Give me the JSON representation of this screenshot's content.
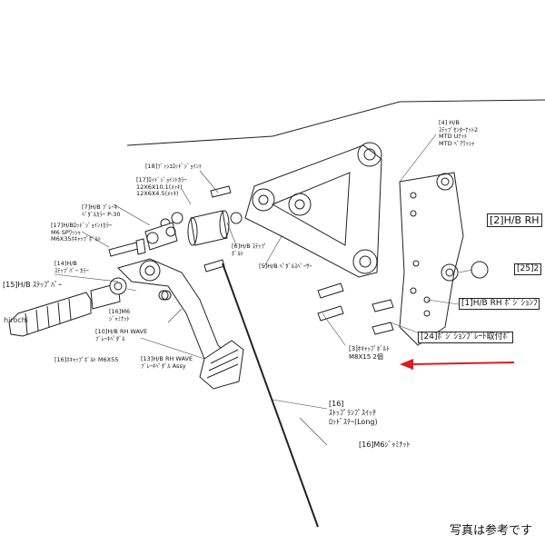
{
  "watermark": "hirochi",
  "disclaimer": "写真は参考です",
  "accent_color": "#d81e1e",
  "labels": {
    "l4_1": "[4] H/B",
    "l4_2": "ｽﾃｯﾌﾟｾﾝﾀｰﾅｯﾄ2",
    "l4_3": "MTD Uﾅｯﾄ",
    "l4_4": "MTD ﾍﾟｱﾜｯｼｬ",
    "l18": "[18]ﾌﾞｯｼﾕﾛｯﾄﾞｼﾞｮｲﾝﾄ",
    "l17a_1": "[17]ﾛｯﾄﾞｼﾞｮｲﾝﾄｶﾗｰ",
    "l17a_2": "12X6X10.1(ﾒｯｷ)",
    "l17a_3": "12X6X4.5(ﾒｯｷ)",
    "l7_1": "[7]H/B ﾌﾞﾚｰｷ",
    "l7_2": "ﾍﾟﾀﾞﾙｶﾗｰ P-30",
    "l17b_1": "[17]H/Bﾛｯﾄﾞｼﾞｮｲﾝﾄｶﾗｰ",
    "l17b_2": "M6 SPﾜｯｼｬ",
    "l17b_3": "M6X35ﾎｷｬｯﾌﾟﾎﾞﾙﾄ",
    "l14_1": "[14]H/B",
    "l14_2": "ｽﾃｯﾌﾟﾊﾞｰ ｶﾗｰ",
    "l6_1": "[6]H/B ｽﾃｯﾌﾟ",
    "l6_2": "ﾎﾞﾙﾄ",
    "l5": "[5]H/B ﾍﾟﾀﾞﾙｽﾍﾟｰｻｰ",
    "l15": "[15]H/B ｽﾃｯﾌﾟﾊﾞｰ",
    "l16a_1": "[16]M6",
    "l16a_2": "ｼﾞｬﾐﾅｯﾄ",
    "l10_1": "[10]H/B RH WAVE",
    "l10_2": "ﾌﾞﾚｰｷﾍﾟﾀﾞﾙ",
    "l16b": "[16]ﾎｷｬｯﾌﾟﾎﾞﾙﾄ M6X55",
    "l13_1": "[13]H/B RH WAVE",
    "l13_2": "ﾌﾞﾚｰｷﾍﾟﾀﾞﾙ Assy",
    "l2": "[2]H/B RH",
    "l25": "[25]2",
    "l1": "[1]H/B RH ﾎﾟｼﾞｼｮﾝﾌ",
    "l24": "[24]ﾎﾟｼﾞｼｮﾝﾌﾟﾚｰﾄ取付ﾎﾞ",
    "l3_1": "[3]ﾎｷｬｯﾌﾟﾎﾞﾙﾄ",
    "l3_2": "M8X15 2個",
    "l16c_1": "[16]",
    "l16c_2": "ｽﾄｯﾌﾟﾗﾝﾌﾟｽｲｯﾁ",
    "l16c_3": "ﾛｯﾄﾞｽﾃｰ(Long)",
    "l16d": "[16]M6ｼﾞｬﾐﾅｯﾄ"
  }
}
